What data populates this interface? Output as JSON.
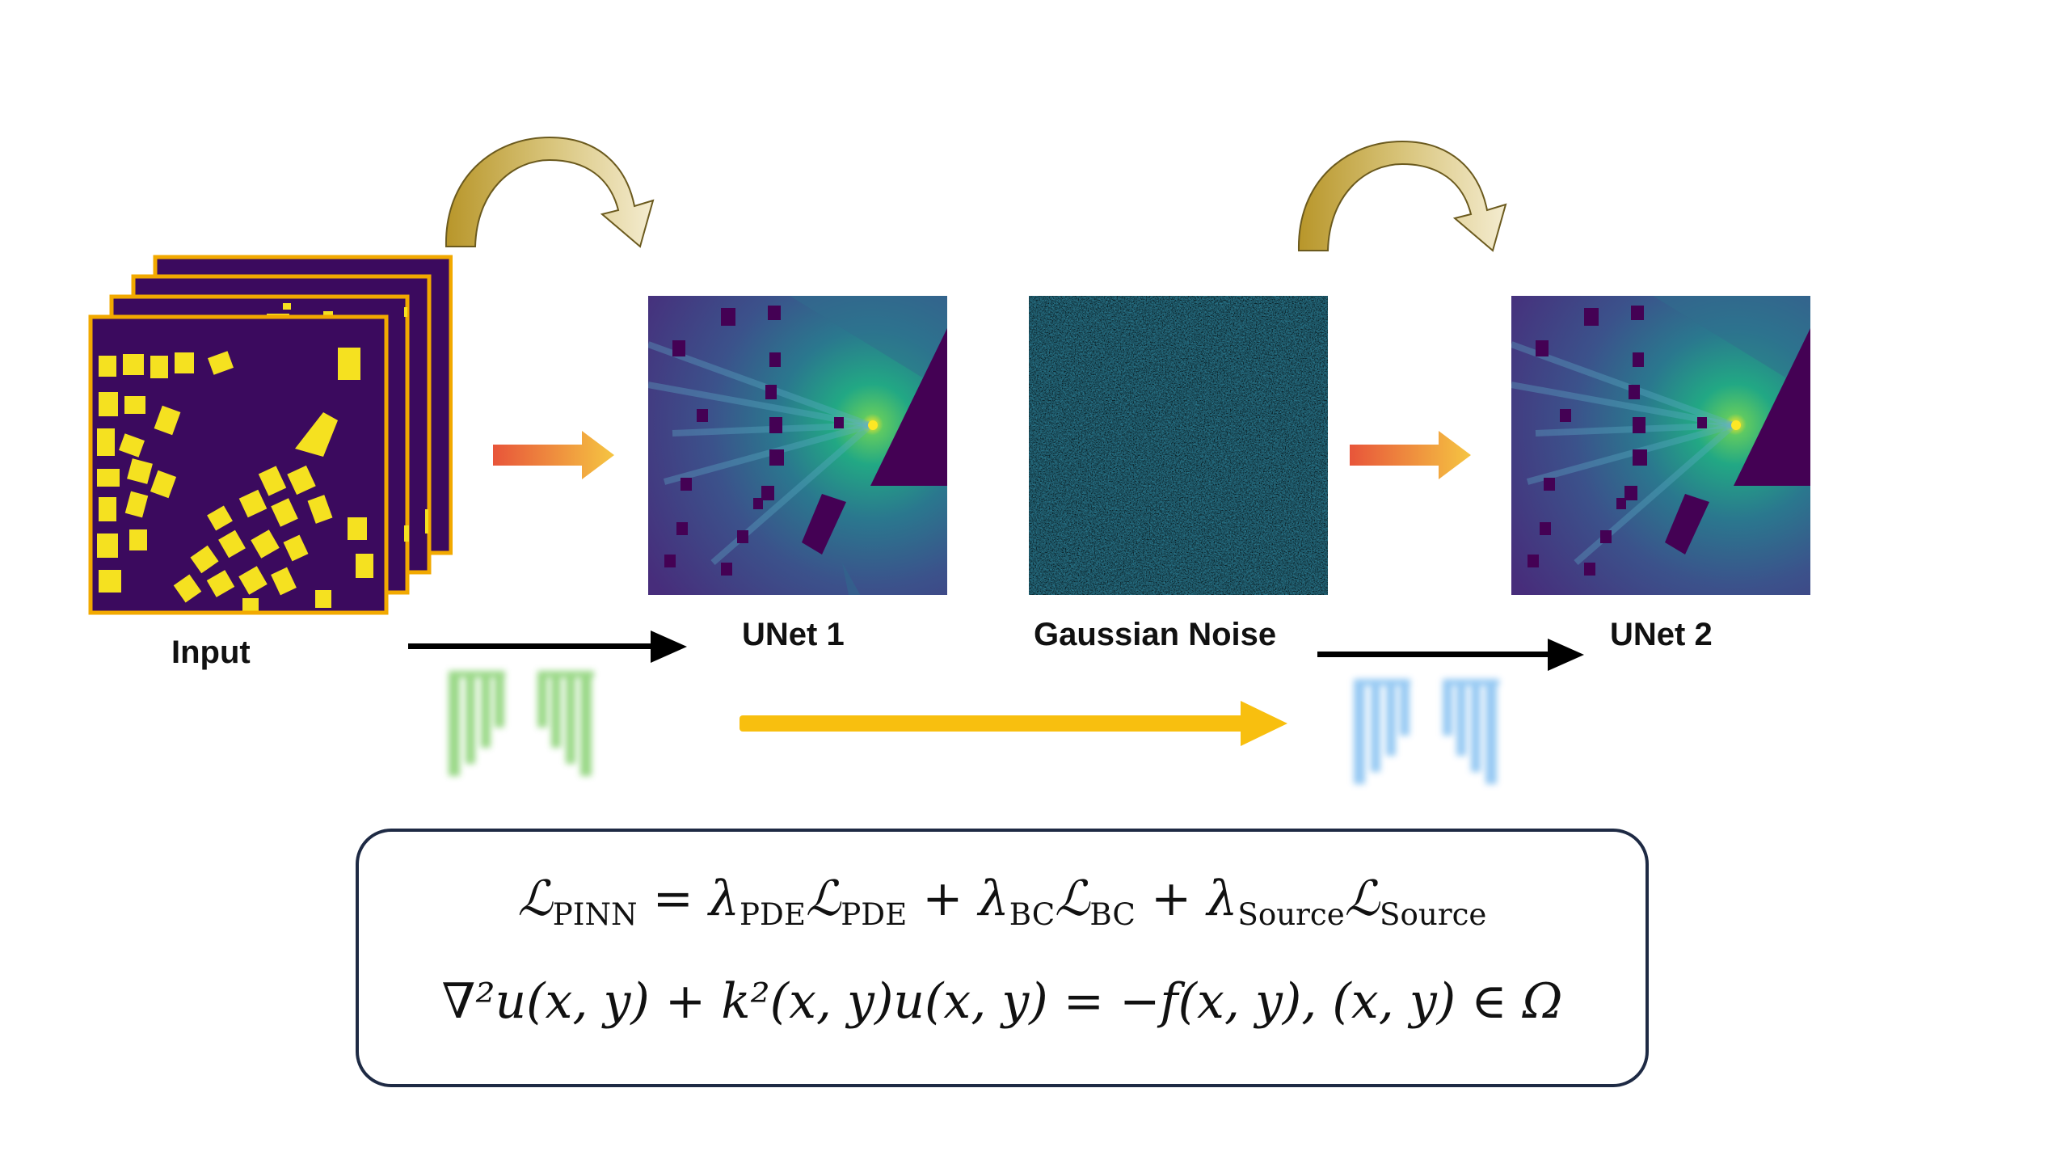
{
  "labels": {
    "input": "Input",
    "unet1": "UNet 1",
    "noise": "Gaussian Noise",
    "unet2": "UNet 2"
  },
  "formula": {
    "loss_symbol": "ℒ",
    "loss_sub": "PINN",
    "eq": "=",
    "lambda": "λ",
    "pde_sub": "PDE",
    "bc_sub": "BC",
    "source_sub": "Source",
    "plus": "+",
    "line2": "∇²u(x, y) + k²(x, y)u(x, y) = −f(x, y),    (x, y) ∈ Ω"
  },
  "colors": {
    "building_yellow": "#f5e120",
    "map_purple": "#3b0a5e",
    "frame_orange": "#f2a900",
    "viridis_dark": "#440154",
    "viridis_mid": "#2a788e",
    "viridis_bright": "#fde725",
    "curved_arrow_gold": "#c9a83a",
    "flow_arrow_gradient": [
      "#e8553a",
      "#f5c542"
    ],
    "bottom_arrow_yellow": "#f8bf0f",
    "encoder_green": "#8fd47a",
    "encoder_blue": "#8cc4f2",
    "box_border": "#1e2a44"
  },
  "icons": [
    "curved-arrow-icon",
    "gradient-arrow-icon",
    "black-arrow-icon",
    "unet-shape-icon"
  ]
}
